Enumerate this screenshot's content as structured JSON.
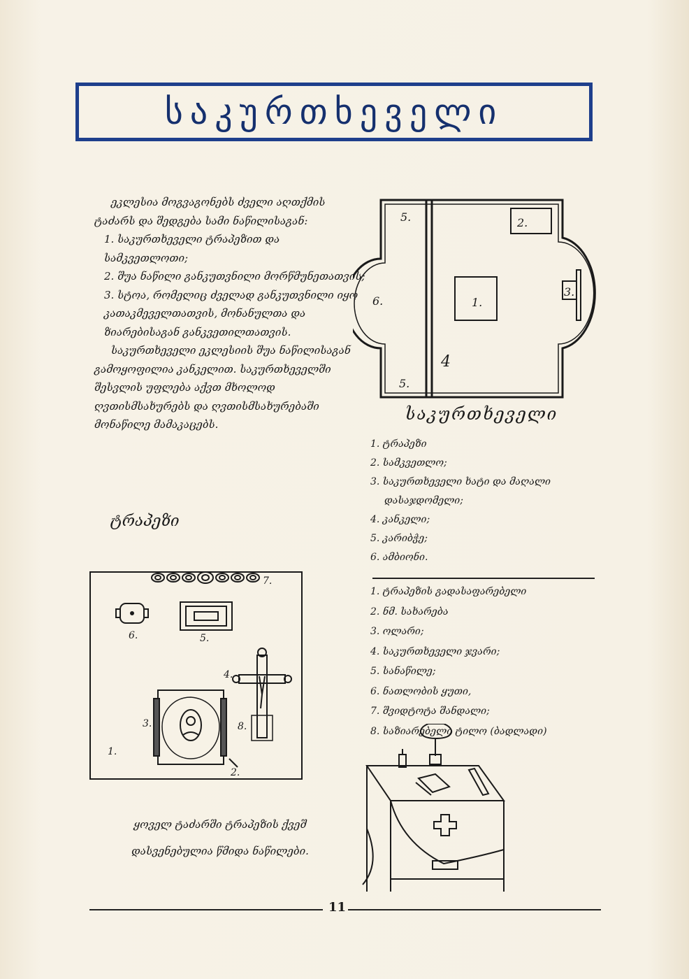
{
  "title": "საკურთხეველი",
  "intro": {
    "p1": "ეკლესია მოგვაგონებს ძველი აღთქმის ტაძარს და შედგება სამი ნაწილისაგან:",
    "items": [
      "1. საკურთხეველი ტრაპეზით და სამკვეთლოთი;",
      "2. შუა ნაწილი განკუთვნილი მორწმუნეთათვის;",
      "3. სტოა, რომელიც ძველად განკუთვნილი იყო კათაკმეველთათვის, მონანულთა და ზიარებისაგან განკვეთილთათვის."
    ],
    "p2": "საკურთხეველი ეკლესიის შუა ნაწილისაგან გამოყოფილია კანკელით. საკურთხეველში შესვლის უფლება აქვთ მხოლოდ ღვთისმსახურებს და ღვთისმსახურებაში მონაწილე მამაკაცებს."
  },
  "plan": {
    "title": "საკურთხეველი",
    "labels": {
      "n1": "1.",
      "n2": "2.",
      "n3": "3.",
      "n4": "4",
      "n5a": "5.",
      "n5b": "5.",
      "n6": "6."
    },
    "legend": [
      "1. ტრაპეზი",
      "2. სამკვეთლო;",
      "3. საკურთხეველი ხატი და მაღალი",
      "დასაჯდომელი;",
      "4. კანკელი;",
      "5. კარიბჭე;",
      "6. ამბიონი."
    ]
  },
  "subheading": "ტრაპეზი",
  "items_figure": {
    "labels": {
      "n1": "1.",
      "n2": "2.",
      "n3": "3.",
      "n4": "4.",
      "n5": "5.",
      "n6": "6.",
      "n7": "7.",
      "n8": "8."
    }
  },
  "items_legend": [
    "1. ტრაპეზის გადასაფარებელი",
    "2. ნმ. სახარება",
    "3. ოლარი;",
    "4. საკურთხეველი ჯვარი;",
    "5. სანაწილე;",
    "6. ნათლობის ყუთი,",
    "7. შვიდტოტა შანდალი;",
    "8. საზიარებელი ტილო (ბადლადი)"
  ],
  "caption": "ყოველ ტაძარში ტრაპეზის ქვეშ დასვენებულია წმიდა ნაწილები.",
  "page_number": "11",
  "colors": {
    "title_blue": "#1e3f8c",
    "ink": "#1a1a1a",
    "paper": "#f4efe3"
  }
}
